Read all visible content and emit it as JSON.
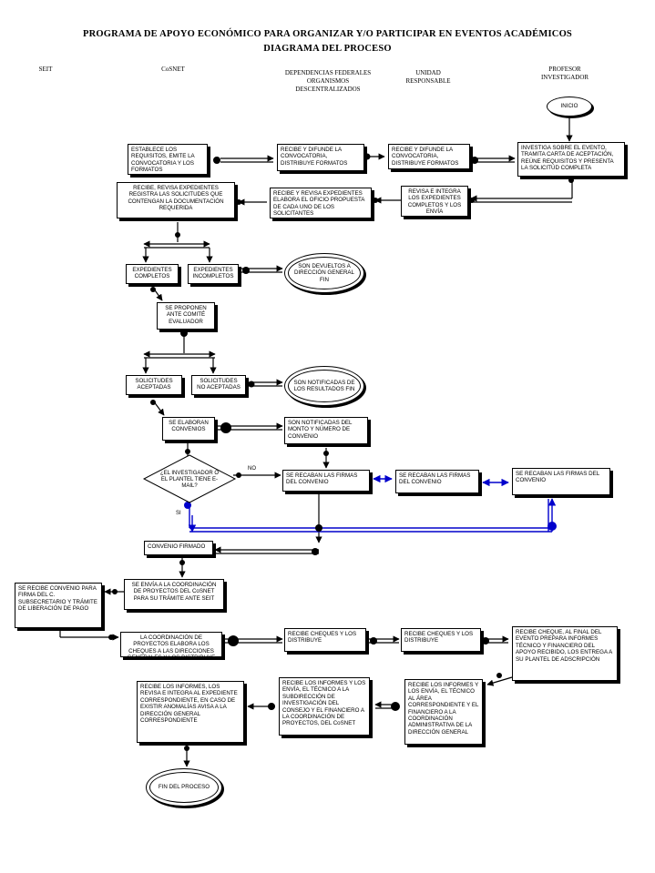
{
  "title": {
    "line1": "PROGRAMA DE APOYO ECONÓMICO PARA ORGANIZAR Y/O PARTICIPAR EN EVENTOS ACADÉMICOS",
    "line2": "DIAGRAMA DEL PROCESO"
  },
  "columns": {
    "seit": "SEIT",
    "cosnet": "CoSNET",
    "dependencias": "DEPENDENCIAS  FEDERALES\nORGANISMOS\nDESCENTRALIZADOS",
    "unidad": "UNIDAD\nRESPONSABLE",
    "profesor": "PROFESOR\nINVESTIGADOR"
  },
  "nodes": {
    "inicio": "INICIO",
    "n1": "ESTABLECE LOS REQUISITOS, EMITE LA CONVOCATORIA Y LOS FORMATOS",
    "n2": "RECIBE Y DIFUNDE LA CONVOCATORIA, DISTRIBUYE FORMATOS",
    "n3": "RECIBE Y DIFUNDE LA CONVOCATORIA, DISTRIBUYE FORMATOS",
    "n4": "INVESTIGA SOBRE EL EVENTO, TRAMITA CARTA DE ACEPTACIÓN, REÚNE REQUISITOS Y PRESENTA LA SOLICITUD COMPLETA",
    "n5": "REVISA E INTEGRA LOS EXPEDIENTES COMPLETOS Y LOS ENVÍA",
    "n6": "RECIBE Y REVISA EXPEDIENTES ELABORA EL OFICIO PROPUESTA DE CADA UNO DE LOS SOLICITANTES",
    "n7": "RECIBE, REVISA EXPEDIENTES REGISTRA LAS SOLICITUDES QUE CONTENGAN LA DOCUMENTACIÓN REQUERIDA",
    "n8": "EXPEDIENTES COMPLETOS",
    "n9": "EXPEDIENTES INCOMPLETOS",
    "e1": "SON DEVUELTOS A DIRECCIÓN GENERAL FIN",
    "n10": "SE PROPONEN ANTE COMITÉ EVALUADOR",
    "n11": "SOLICITUDES ACEPTADAS",
    "n12": "SOLICITUDES NO ACEPTADAS",
    "e2": "SON NOTIFICADAS DE LOS RESULTADOS FIN",
    "n13": "SE ELABORAN CONVENIOS",
    "n14": "SON NOTIFICADAS DEL MONTO Y NÚMERO DE CONVENIO",
    "d1": "¿EL INVESTIGADOR O EL PLANTEL TIENE E-MAIL?",
    "no": "NO",
    "si": "SI",
    "n15": "SE RECABAN LAS FIRMAS DEL CONVENIO",
    "n16": "SE RECABAN LAS FIRMAS DEL CONVENIO",
    "n17": "SE RECABAN LAS FIRMAS DEL CONVENIO",
    "n18": "CONVENIO FIRMADO",
    "n19": "SE ENVÍA A LA COORDINACIÓN DE PROYECTOS DEL CoSNET PARA SU TRÁMITE ANTE SEIT",
    "n20": "SE RECIBE CONVENIO PARA FIRMA DEL C. SUBSECRETARIO Y TRÁMITE DE LIBERACIÓN DE PAGO",
    "n21": "LA COORDINACIÓN DE PROYECTOS ELABORA LOS CHEQUES A LAS DIRECCIONES GENERALES Y LOS DISTRIBUYE",
    "n22": "RECIBE CHEQUES Y LOS DISTRIBUYE",
    "n23": "RECIBE CHEQUES Y LOS DISTRIBUYE",
    "n24": "RECIBE CHEQUE, AL FINAL DEL EVENTO PREPARA INFORMES TÉCNICO Y FINANCIERO DEL APOYO RECIBIDO, LOS ENTREGA A SU PLANTEL DE ADSCRIPCIÓN",
    "n25": "RECIBE LOS INFORMES Y LOS ENVÍA, EL TÉCNICO AL ÁREA CORRESPONDIENTE Y EL FINANCIERO A LA COORDINACIÓN ADMINISTRATIVA DE LA DIRECCIÓN GENERAL",
    "n26": "RECIBE LOS INFORMES Y LOS ENVÍA, EL TÉCNICO A LA SUBDIRECCIÓN DE INVESTIGACIÓN DEL CONSEJO Y EL FINANCIERO A LA COORDINACIÓN DE PROYECTOS, DEL CoSNET",
    "n27": "RECIBE LOS INFORMES, LOS REVISA E INTEGRA AL EXPEDIENTE CORRESPONDIENTE, EN CASO DE EXISTIR ANOMALÍAS AVISA A LA DIRECCIÓN GENERAL CORRESPONDIENTE",
    "fin": "FIN DEL PROCESO"
  },
  "colors": {
    "line": "#000000",
    "email_path": "#0000cc"
  }
}
